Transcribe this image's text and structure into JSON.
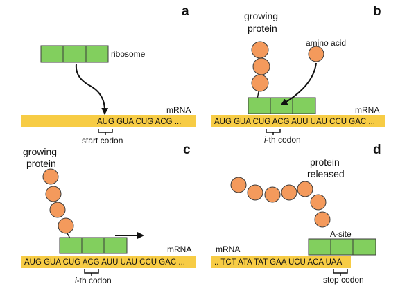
{
  "panels": {
    "a": {
      "letter": "a",
      "ribosome_label": "ribosome",
      "mrna_label": "mRNA",
      "sequence": "AUG GUA CUG ACG ...",
      "codon_label": "start codon"
    },
    "b": {
      "letter": "b",
      "protein_label_line1": "growing",
      "protein_label_line2": "protein",
      "amino_acid_label": "amino acid",
      "mrna_label": "mRNA",
      "sequence": "AUG GUA CUG ACG AUU UAU CCU GAC ...",
      "codon_label_italic": "i",
      "codon_label_rest": "-th codon"
    },
    "c": {
      "letter": "c",
      "protein_label_line1": "growing",
      "protein_label_line2": "protein",
      "mrna_label": "mRNA",
      "sequence": "AUG GUA CUG ACG AUU UAU CCU GAC ...",
      "codon_label_italic": "i",
      "codon_label_rest": "-th codon"
    },
    "d": {
      "letter": "d",
      "protein_label_line1": "protein",
      "protein_label_line2": "released",
      "asite_label": "A-site",
      "mrna_label": "mRNA",
      "sequence": ".. TCT ATA TAT GAA UCU ACA UAA",
      "codon_label": "stop codon"
    }
  },
  "colors": {
    "mrna_strand": "#f7cc45",
    "ribosome": "#82cf5e",
    "amino_acid": "#f49a5c"
  }
}
